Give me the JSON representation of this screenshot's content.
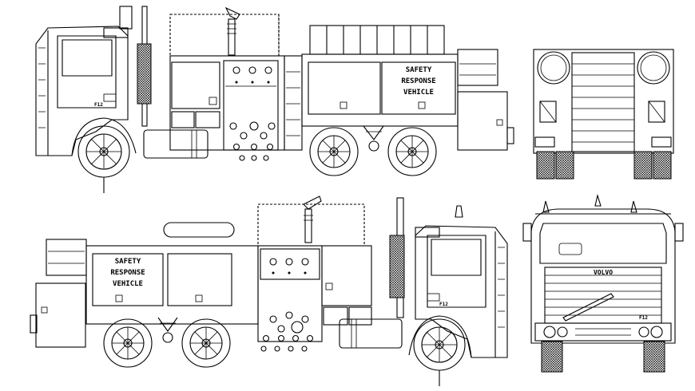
{
  "drawing": {
    "panel_label": "SAFETY",
    "panel_label_2": "RESPONSE",
    "panel_label_3": "VEHICLE",
    "cab_badge": "F12",
    "grille_brand": "VOLVO",
    "front_badge": "F12",
    "line_color": "#000000",
    "background_color": "#ffffff"
  }
}
